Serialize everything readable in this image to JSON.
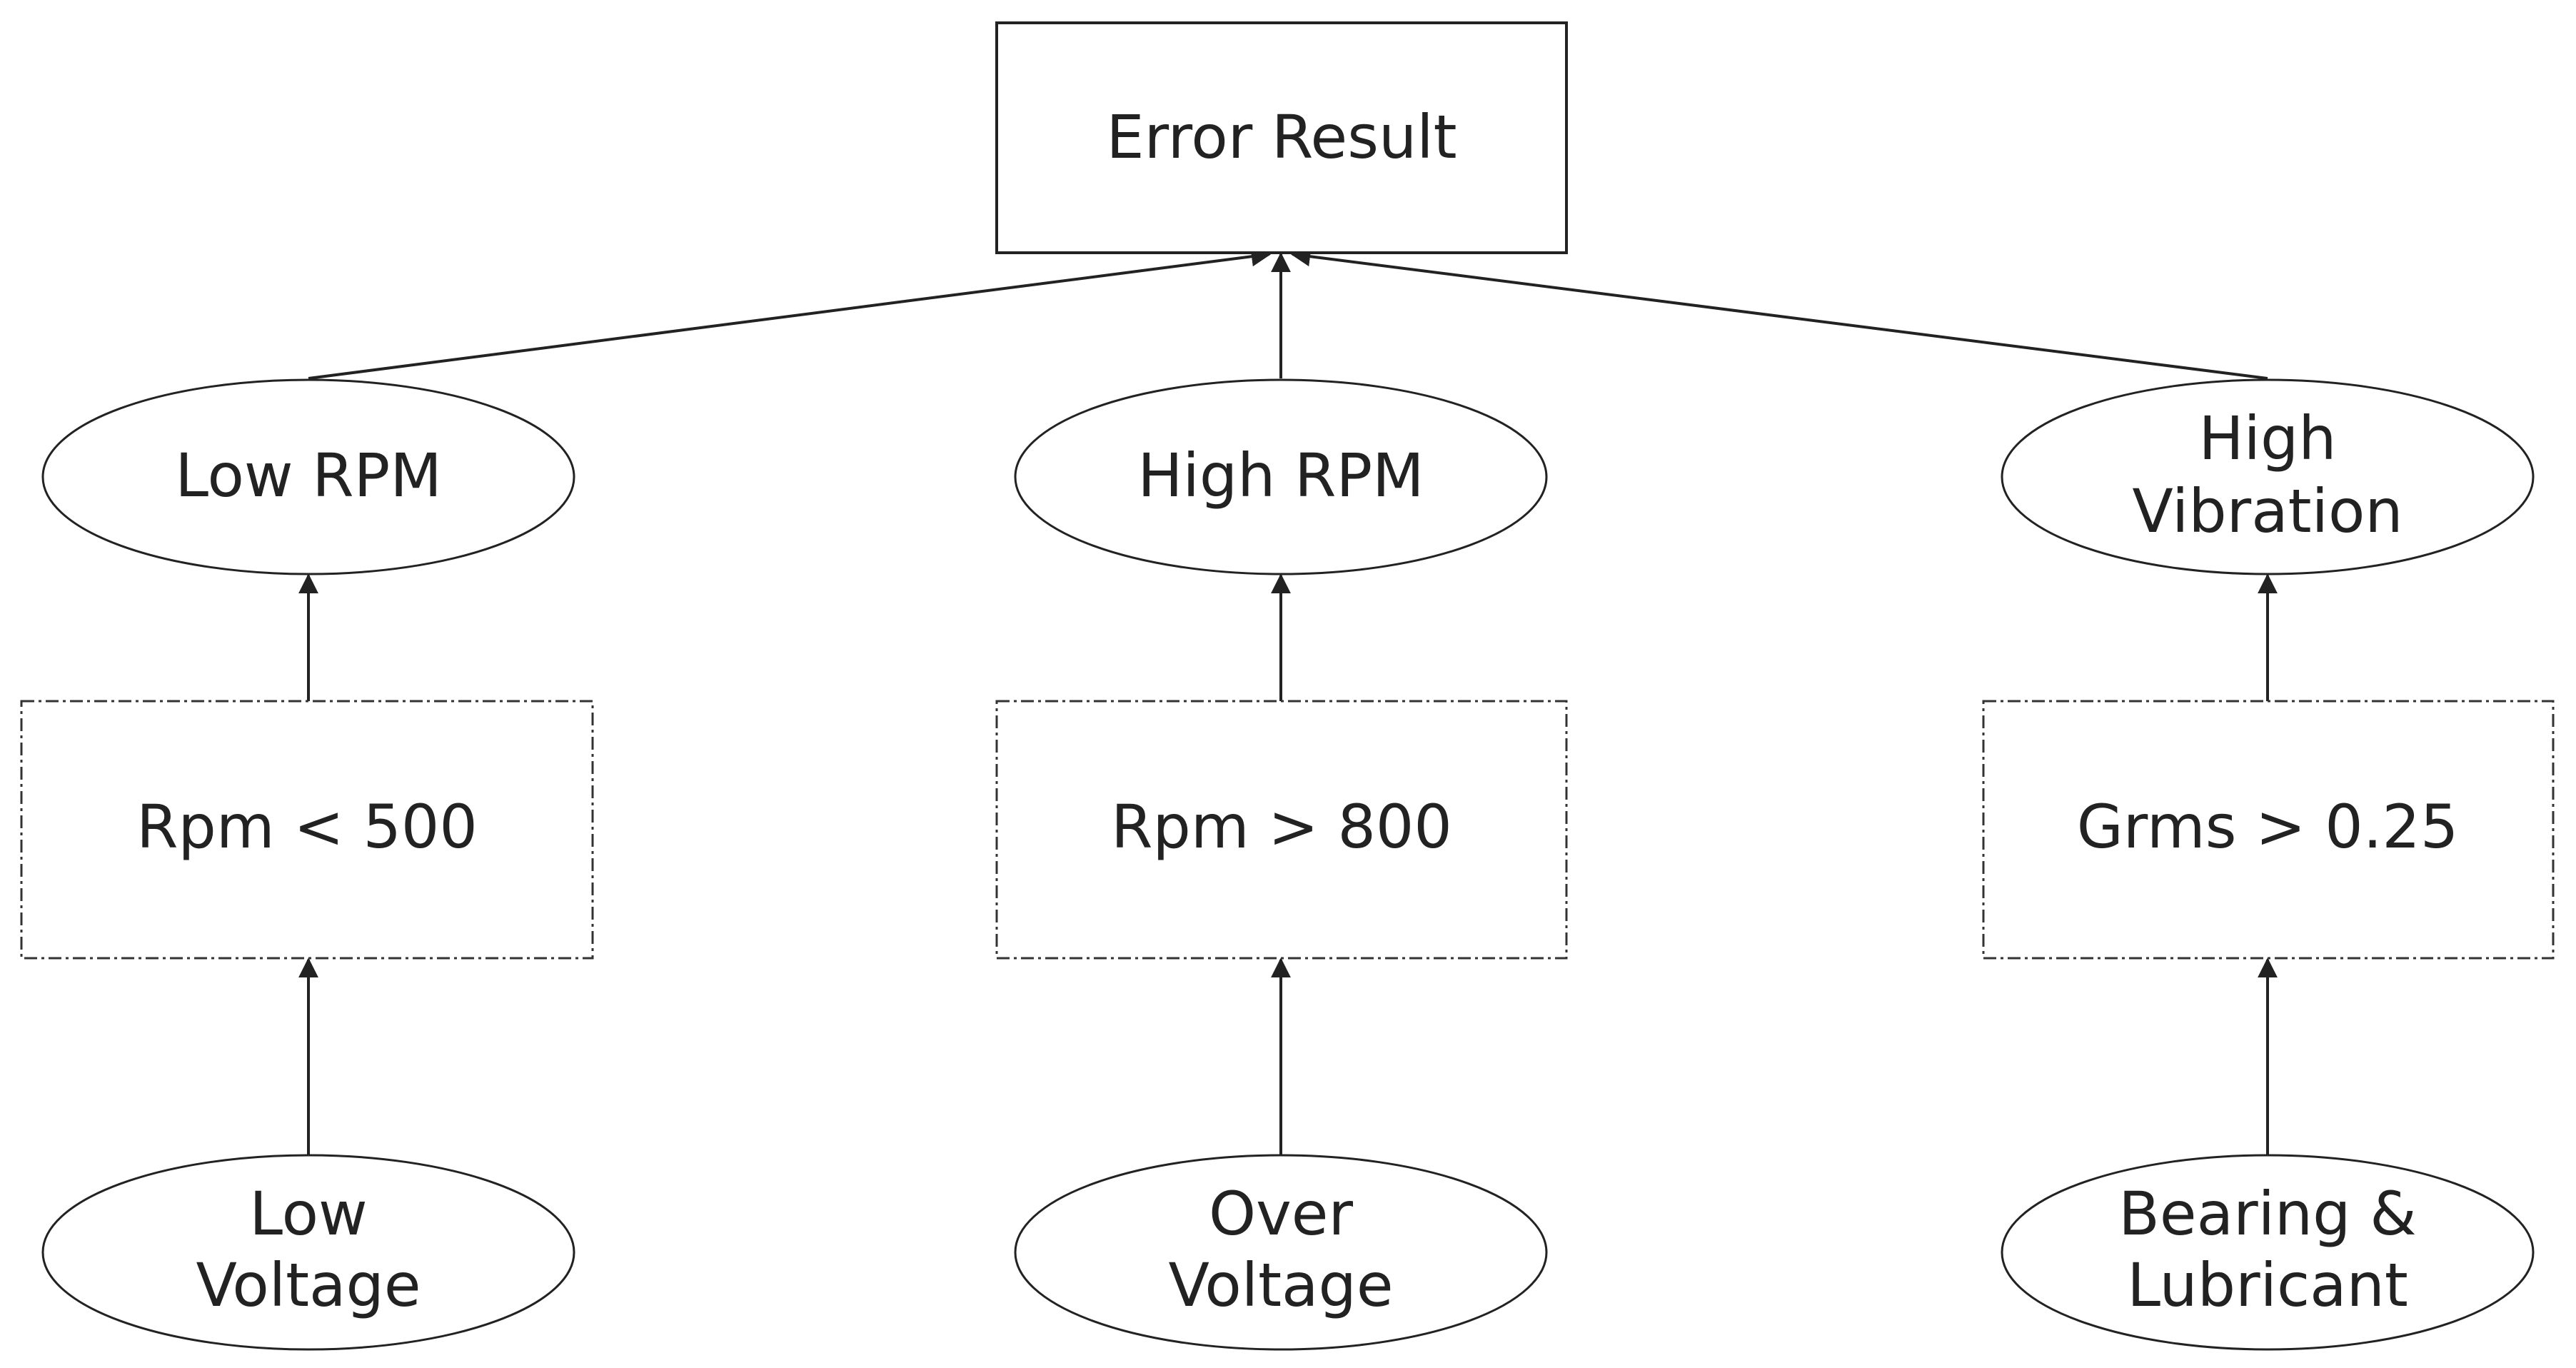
{
  "diagram": {
    "root": {
      "label": "Error Result"
    },
    "branches": [
      {
        "condition_label": "Low RPM",
        "rule_label": "Rpm < 500",
        "cause_lines": [
          "Low",
          "Voltage"
        ]
      },
      {
        "condition_label": "High RPM",
        "rule_label": "Rpm > 800",
        "cause_lines": [
          "Over",
          "Voltage"
        ]
      },
      {
        "condition_label_lines": [
          "High",
          "Vibration"
        ],
        "rule_label": "Grms > 0.25",
        "cause_lines": [
          "Bearing &",
          "Lubricant"
        ]
      }
    ]
  },
  "colors": {
    "stroke": "#222222",
    "background": "#ffffff"
  }
}
